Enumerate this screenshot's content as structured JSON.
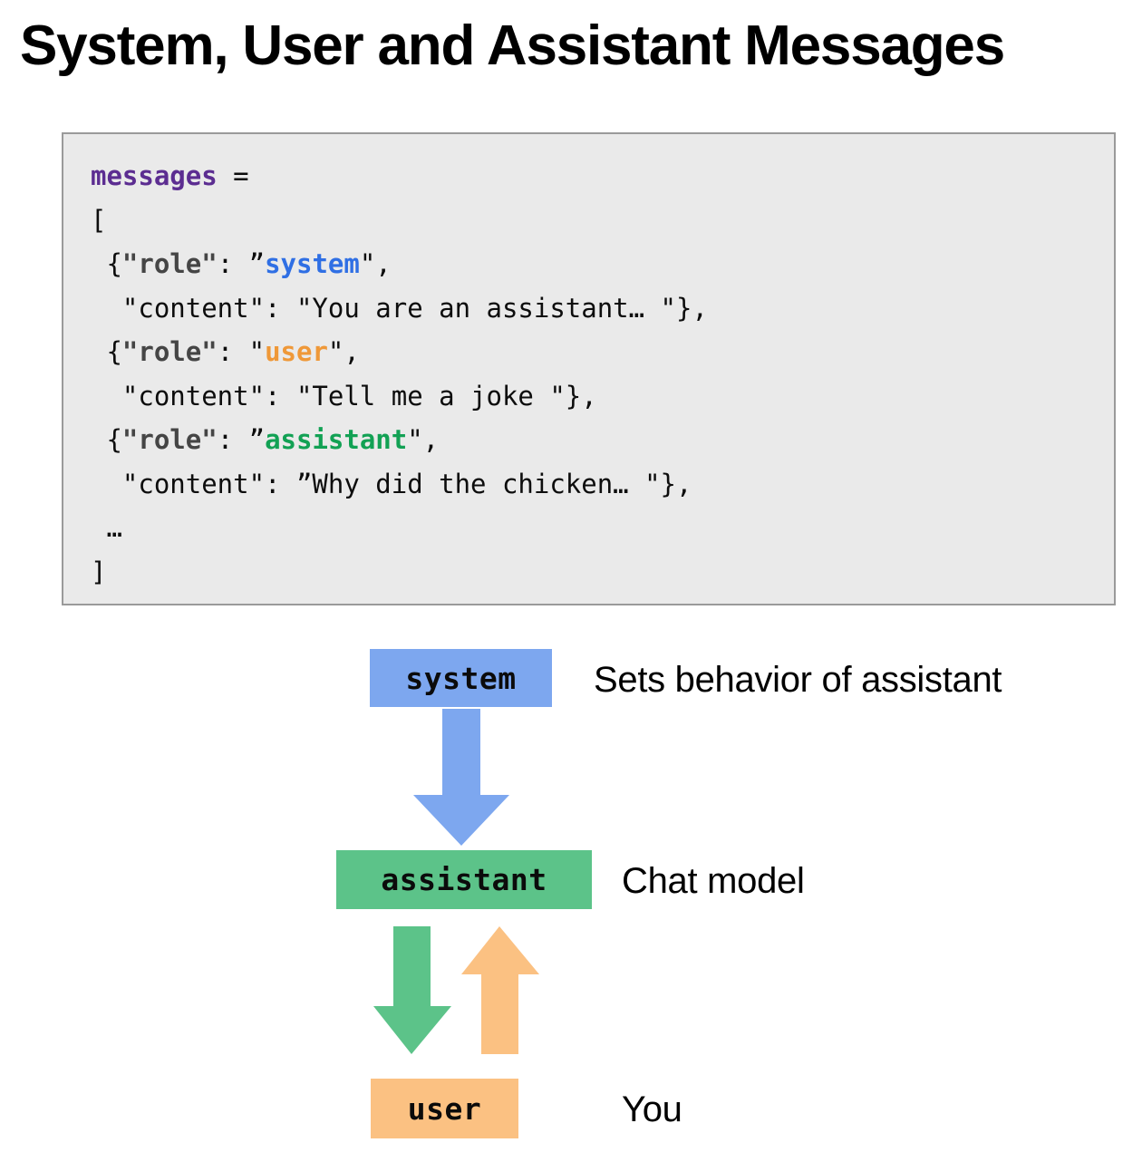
{
  "title": "System, User and Assistant Messages",
  "code": {
    "lines": [
      [
        {
          "t": "messages",
          "c": "tok-var"
        },
        {
          "t": " = ",
          "c": "tok-plain"
        }
      ],
      [
        {
          "t": "[",
          "c": "tok-plain"
        }
      ],
      [
        {
          "t": " {",
          "c": "tok-plain"
        },
        {
          "t": "\"role\"",
          "c": "tok-key"
        },
        {
          "t": ": ",
          "c": "tok-plain"
        },
        {
          "t": "”",
          "c": "tok-plain"
        },
        {
          "t": "system",
          "c": "tok-system"
        },
        {
          "t": "\",",
          "c": "tok-plain"
        }
      ],
      [
        {
          "t": "  \"content\": \"You are an assistant… \"},",
          "c": "tok-plain"
        }
      ],
      [
        {
          "t": " {",
          "c": "tok-plain"
        },
        {
          "t": "\"role\"",
          "c": "tok-key"
        },
        {
          "t": ": ",
          "c": "tok-plain"
        },
        {
          "t": "\"",
          "c": "tok-plain"
        },
        {
          "t": "user",
          "c": "tok-user"
        },
        {
          "t": "\",",
          "c": "tok-plain"
        }
      ],
      [
        {
          "t": "  \"content\": \"Tell me a joke \"},",
          "c": "tok-plain"
        }
      ],
      [
        {
          "t": " {",
          "c": "tok-plain"
        },
        {
          "t": "\"role\"",
          "c": "tok-key"
        },
        {
          "t": ": ",
          "c": "tok-plain"
        },
        {
          "t": "”",
          "c": "tok-plain"
        },
        {
          "t": "assistant",
          "c": "tok-assist"
        },
        {
          "t": "\",",
          "c": "tok-plain"
        }
      ],
      [
        {
          "t": "  \"content\": ”Why did the chicken… \"},",
          "c": "tok-plain"
        }
      ],
      [
        {
          "t": " …",
          "c": "tok-plain"
        }
      ],
      [
        {
          "t": "]",
          "c": "tok-plain"
        }
      ]
    ]
  },
  "diagram": {
    "nodes": [
      {
        "id": "system",
        "label": "system",
        "description": "Sets behavior of assistant",
        "color": "#7da7ef"
      },
      {
        "id": "assistant",
        "label": "assistant",
        "description": "Chat model",
        "color": "#5cc389"
      },
      {
        "id": "user",
        "label": "user",
        "description": "You",
        "color": "#fbc182"
      }
    ],
    "arrows": [
      {
        "id": "system-to-assistant",
        "from": "system",
        "to": "assistant",
        "direction": "down",
        "color": "#7da7ef"
      },
      {
        "id": "assistant-to-user",
        "from": "assistant",
        "to": "user",
        "direction": "down",
        "color": "#5cc389"
      },
      {
        "id": "user-to-assistant",
        "from": "user",
        "to": "assistant",
        "direction": "up",
        "color": "#fbc182"
      }
    ]
  },
  "colors": {
    "code_background": "#eaeaea",
    "code_border": "#9a9a9a",
    "variable": "#5c2d91",
    "key": "#454545",
    "system": "#2f6fe4",
    "user": "#ef9838",
    "assistant": "#12a154",
    "page_background": "#ffffff"
  }
}
